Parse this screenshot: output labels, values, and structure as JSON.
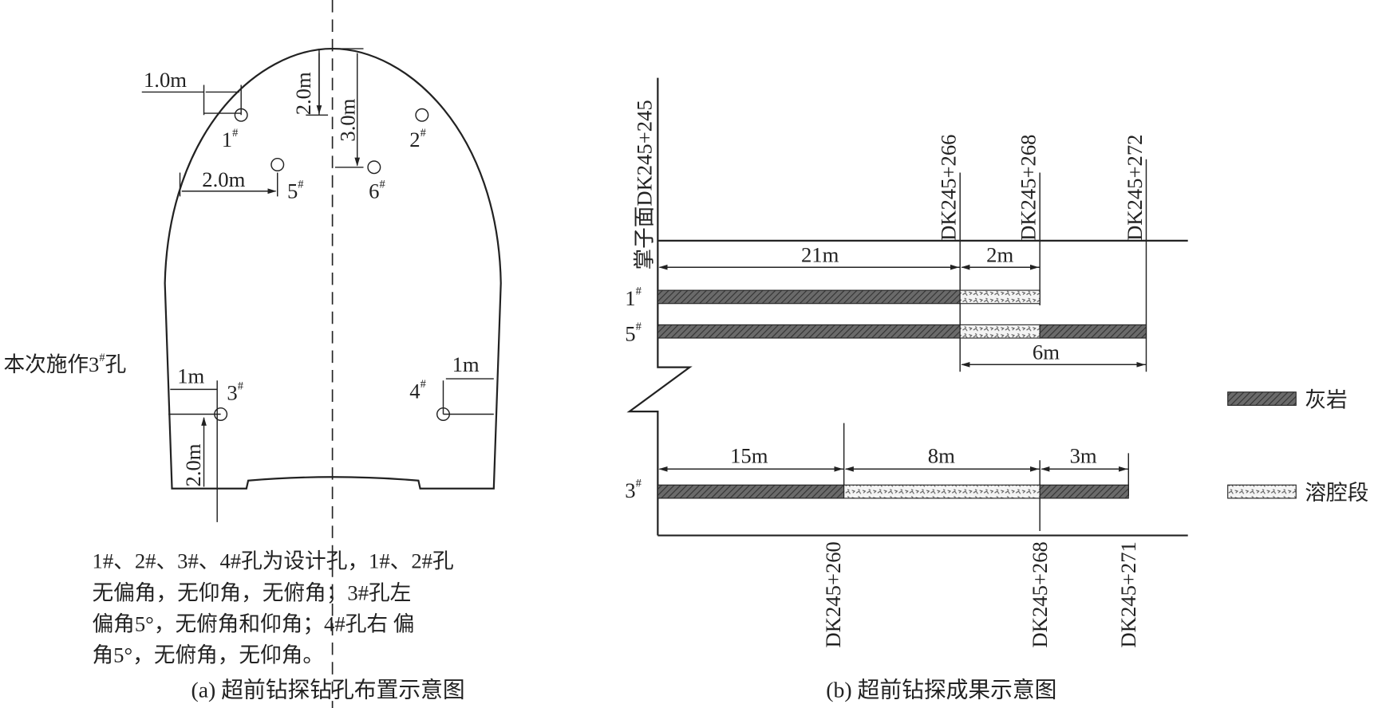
{
  "left": {
    "holes": [
      {
        "num": "1",
        "sup": "#"
      },
      {
        "num": "2",
        "sup": "#"
      },
      {
        "num": "5",
        "sup": "#"
      },
      {
        "num": "6",
        "sup": "#"
      },
      {
        "num": "3",
        "sup": "#"
      },
      {
        "num": "4",
        "sup": "#"
      }
    ],
    "dims": {
      "d1": "1.0m",
      "d2": "2.0m",
      "d3": "3.0m",
      "d4": "2.0m",
      "d5": "1m",
      "d6": "1m",
      "d7": "2.0m"
    },
    "current_hole_label": "本次施作3",
    "current_hole_sup": "#",
    "current_hole_suffix": "孔",
    "note_lines": [
      "1#、2#、3#、4#孔为设计孔，1#、2#孔",
      "无偏角，无仰角，无俯角；3#孔左",
      "偏角5°，无俯角和仰角；4#孔右 偏",
      "角5°，无俯角，无仰角。"
    ],
    "caption": "(a) 超前钻探钻孔布置示意图"
  },
  "right": {
    "face_label": "掌子面DK245+245",
    "top_stations": [
      "DK245+266",
      "DK245+268",
      "DK245+272"
    ],
    "bottom_stations": [
      "DK245+260",
      "DK245+268",
      "DK245+271"
    ],
    "dims": {
      "a": "21m",
      "b": "2m",
      "c": "6m",
      "d": "15m",
      "e": "8m",
      "f": "3m"
    },
    "rows": [
      {
        "num": "1",
        "sup": "#"
      },
      {
        "num": "5",
        "sup": "#"
      },
      {
        "num": "3",
        "sup": "#"
      }
    ],
    "legend": {
      "limestone": "灰岩",
      "cavity": "溶腔段"
    },
    "caption": "(b) 超前钻探成果示意图"
  },
  "colors": {
    "line": "#222222",
    "limestone": "#555555",
    "cavity": "#f2f2f2"
  }
}
